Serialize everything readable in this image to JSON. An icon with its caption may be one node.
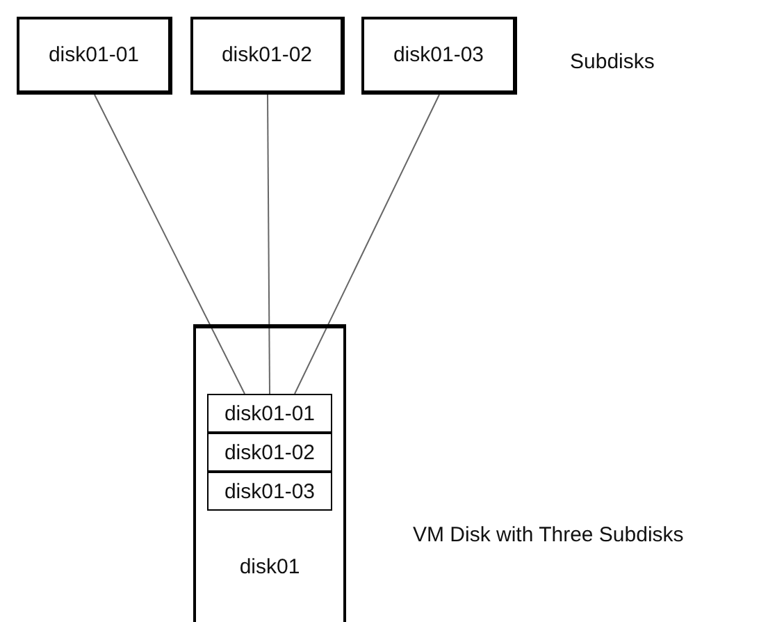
{
  "diagram": {
    "nodes": [
      {
        "text": [
          "disk01-01"
        ]
      },
      {
        "text": [
          "disk01-02"
        ]
      },
      {
        "text": [
          "disk01-03"
        ]
      },
      {
        "text": [
          "disk01"
        ]
      },
      {
        "text": [
          "disk01-01"
        ],
        "in": 3
      },
      {
        "text": [
          "disk01-02"
        ],
        "in": 3
      },
      {
        "text": [
          "disk01-03"
        ],
        "in": 3
      }
    ],
    "edges": [
      {
        "from": 0,
        "to": 4,
        "arrow": "none"
      },
      {
        "from": 1,
        "to": 4,
        "arrow": "none"
      },
      {
        "from": 2,
        "to": 4,
        "arrow": "none"
      }
    ],
    "labels": [
      "Subdisks",
      "VM Disk with Three Subdisks"
    ]
  }
}
